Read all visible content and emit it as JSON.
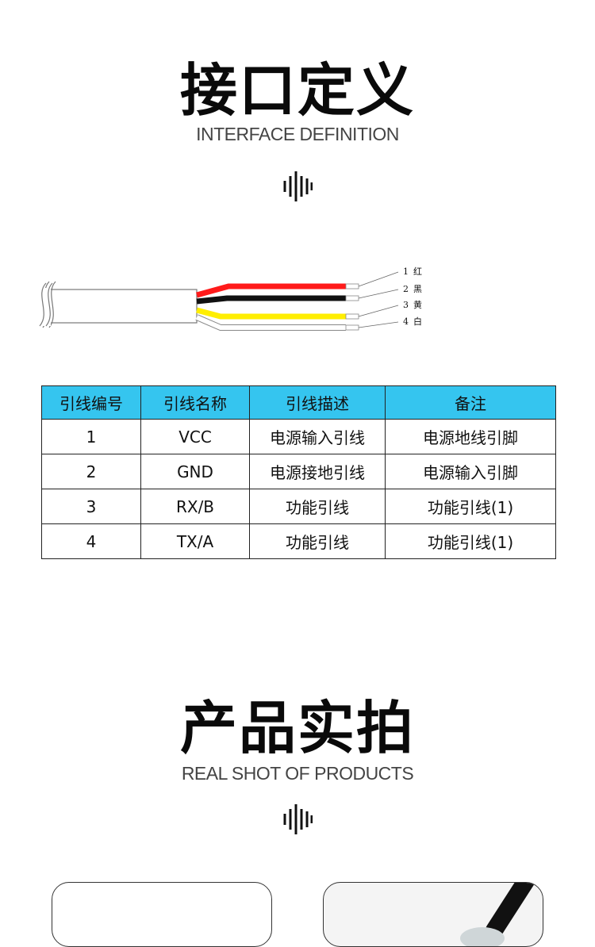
{
  "section1": {
    "title": "接口定义",
    "subtitle": "INTERFACE DEFINITION",
    "wires": [
      {
        "num": "1",
        "label": "红",
        "color": "#ff1a1a"
      },
      {
        "num": "2",
        "label": "黑",
        "color": "#111111"
      },
      {
        "num": "3",
        "label": "黄",
        "color": "#fff200"
      },
      {
        "num": "4",
        "label": "白",
        "color": "#ffffff"
      }
    ],
    "table": {
      "headers": [
        "引线编号",
        "引线名称",
        "引线描述",
        "备注"
      ],
      "rows": [
        [
          "1",
          "VCC",
          "电源输入引线",
          "电源地线引脚"
        ],
        [
          "2",
          "GND",
          "电源接地引线",
          "电源输入引脚"
        ],
        [
          "3",
          "RX/B",
          "功能引线",
          "功能引线(1)"
        ],
        [
          "4",
          "TX/A",
          "功能引线",
          "功能引线(1)"
        ]
      ],
      "header_color": "#35c5ef"
    }
  },
  "section2": {
    "title": "产品实拍",
    "subtitle": "REAL SHOT OF PRODUCTS"
  }
}
